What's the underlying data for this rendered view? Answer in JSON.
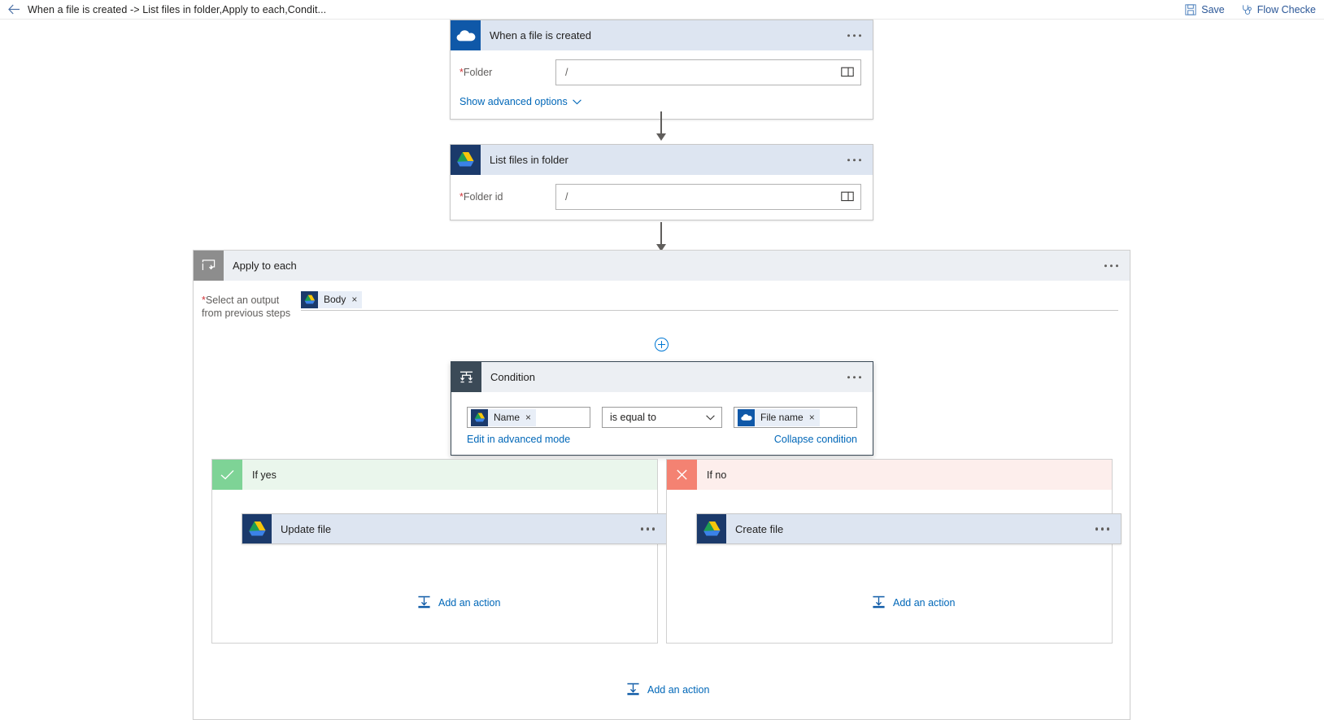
{
  "topbar": {
    "back_icon": "back-arrow-icon",
    "breadcrumb": "When a file is created -> List files in folder,Apply to each,Condit...",
    "save_label": "Save",
    "save_icon": "save-floppy-icon",
    "flow_checker_label": "Flow Checke",
    "flow_checker_icon": "stethoscope-icon"
  },
  "colors": {
    "accent": "#0078d4",
    "link": "#0067b8",
    "required": "#d13438",
    "card_header": "#dde5f1",
    "scope_header": "#eceff3",
    "yes_badge": "#7ed396",
    "no_badge": "#f48272",
    "yes_header": "#eaf6ec",
    "no_header": "#fdeeec",
    "condition_border": "#3b4a57",
    "onedrive_blue": "#0f58a8",
    "gdrive_navy": "#1b3a6b"
  },
  "trigger": {
    "title": "When a file is created",
    "icon": "onedrive-cloud-icon",
    "menu_icon": "ellipsis-icon",
    "field_label": "Folder",
    "field_required": "*",
    "field_value": "/",
    "browse_icon": "folder-picker-icon",
    "advanced_label": "Show advanced options",
    "advanced_chevron": "chevron-down-icon"
  },
  "list_action": {
    "title": "List files in folder",
    "icon": "google-drive-icon",
    "menu_icon": "ellipsis-icon",
    "field_label": "Folder id",
    "field_required": "*",
    "field_value": "/",
    "browse_icon": "folder-picker-icon"
  },
  "apply_to_each": {
    "title": "Apply to each",
    "icon": "loop-icon",
    "menu_icon": "ellipsis-icon",
    "field_label_line1": "Select an output",
    "field_label_line2": "from previous steps",
    "field_required": "*",
    "token": {
      "label": "Body",
      "icon": "google-drive-icon",
      "remove": "×"
    },
    "add_step_icon": "plus-circle-icon"
  },
  "condition": {
    "title": "Condition",
    "icon": "condition-branch-icon",
    "menu_icon": "ellipsis-icon",
    "left_token": {
      "label": "Name",
      "icon": "google-drive-icon",
      "remove": "×"
    },
    "operator": "is equal to",
    "operator_chevron": "chevron-down-icon",
    "right_token": {
      "label": "File name",
      "icon": "onedrive-cloud-icon",
      "remove": "×"
    },
    "advanced_link": "Edit in advanced mode",
    "collapse_link": "Collapse condition"
  },
  "branch_yes": {
    "title": "If yes",
    "badge_icon": "checkmark-icon",
    "action": {
      "title": "Update file",
      "icon": "google-drive-icon",
      "menu_icon": "ellipsis-icon"
    },
    "add_action_label": "Add an action",
    "add_action_icon": "insert-action-icon"
  },
  "branch_no": {
    "title": "If no",
    "badge_icon": "close-x-icon",
    "action": {
      "title": "Create file",
      "icon": "google-drive-icon",
      "menu_icon": "ellipsis-icon"
    },
    "add_action_label": "Add an action",
    "add_action_icon": "insert-action-icon"
  },
  "scope_footer": {
    "add_action_label": "Add an action",
    "add_action_icon": "insert-action-icon"
  }
}
